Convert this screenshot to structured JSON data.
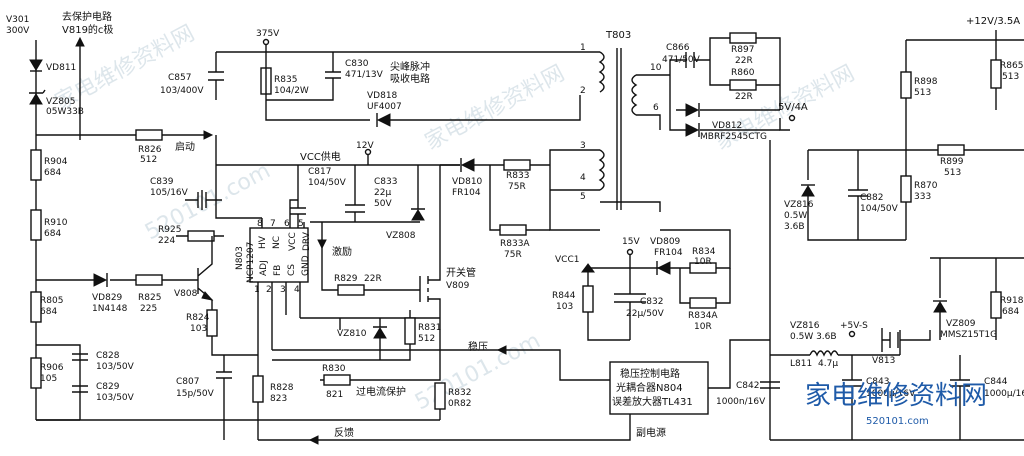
{
  "labels": {
    "v301": "V301",
    "v301_v": "300V",
    "protect1": "去保护电路",
    "protect2": "V819的c极",
    "vd811": "VD811",
    "vz805": "VZ805",
    "vz805_v": "05W33B",
    "r904": "R904",
    "r904_v": "684",
    "r910": "R910",
    "r910_v": "684",
    "r805": "R805",
    "r805_v": "684",
    "r906": "R906",
    "r906_v": "105",
    "v375": "375V",
    "c857": "C857",
    "c857_v": "103/400V",
    "r835": "R835",
    "r835_v": "104/2W",
    "c830": "C830",
    "c830_v": "471/13V",
    "spike1": "尖峰脉冲",
    "spike2": "吸收电路",
    "vd818": "VD818",
    "vd818_v": "UF4007",
    "r826": "R826",
    "r826_v": "512",
    "start": "启动",
    "vcc_supply": "VCC供电",
    "v12": "12V",
    "c839": "C839",
    "c839_v": "105/16V",
    "c817": "C817",
    "c817_v": "104/50V",
    "c833": "C833",
    "c833_v1": "22μ",
    "c833_v2": "50V",
    "r925": "R925",
    "r925_v": "224",
    "vz808": "VZ808",
    "n803": "N803",
    "ncp": "NCP1207",
    "pin_adj": "ADJ",
    "pin_hv": "HV",
    "pin_fb": "FB",
    "pin_nc": "NC",
    "pin_cs": "CS",
    "pin_vcc": "VCC",
    "pin_gnd": "GND",
    "pin_drv": "DRV",
    "p1": "1",
    "p2": "2",
    "p3": "3",
    "p4": "4",
    "p5": "5",
    "p6": "6",
    "p7": "7",
    "p8": "8",
    "excite": "激励",
    "r829": "R829",
    "r829_v": "22R",
    "switch": "开关管",
    "v809": "V809",
    "vd829": "VD829",
    "vd829_v": "1N4148",
    "r825": "R825",
    "r825_v": "225",
    "v808": "V808",
    "r824": "R824",
    "r824_v": "103",
    "vz810": "VZ810",
    "r831": "R831",
    "r831_v": "512",
    "c828": "C828",
    "c828_v": "103/50V",
    "c829": "C829",
    "c829_v": "103/50V",
    "c807": "C807",
    "c807_v": "15p/50V",
    "r828": "R828",
    "r828_v": "823",
    "r830": "R830",
    "r830_v": "821",
    "ocp": "过电流保护",
    "r832": "R832",
    "r832_v": "0R82",
    "feedback": "反馈",
    "t803": "T803",
    "t1": "1",
    "t2": "2",
    "t3": "3",
    "t4": "4",
    "t5": "5",
    "t6": "6",
    "t10": "10",
    "c866": "C866",
    "c866_v": "471/50V",
    "r897": "R897",
    "r897_v": "22R",
    "r860": "R860",
    "r860_v": "22R",
    "vd812": "VD812",
    "vd812_v": "MBRF2545CTG",
    "out5v": "5V/4A",
    "vd810": "VD810",
    "vd810_v": "FR104",
    "r833": "R833",
    "r833_v": "75R",
    "r833a": "R833A",
    "r833a_v": "75R",
    "v15": "15V",
    "vd809": "VD809",
    "vd809_v": "FR104",
    "r834": "R834",
    "r834_v": "10R",
    "vcc1": "VCC1",
    "r844": "R844",
    "r844_v": "103",
    "c832": "C832",
    "c832_v": "22μ/50V",
    "r834a": "R834A",
    "r834a_v": "10R",
    "regulate": "稳压",
    "box1": "稳压控制电路",
    "box2": "光耦合器N804",
    "box3": "误差放大器TL431",
    "aux": "副电源",
    "c842": "C842",
    "c842_v": "1000n/16V",
    "vz816": "VZ816",
    "vz816_v": "0.5W 3.6B",
    "plus5vs": "+5V-S",
    "l811": "L811",
    "l811_v": "4.7μ",
    "v813": "V813",
    "c843": "C843",
    "c843_v": "1000μ/16V",
    "c844": "C844",
    "c844_v": "1000μ/16V",
    "out12v": "+12V/3.5A",
    "r898": "R898",
    "r898_v": "513",
    "r865": "R865",
    "r865_v": "513",
    "r899": "R899",
    "r899_v": "513",
    "vz816b": "VZ816",
    "vz816b_v1": "0.5W",
    "vz816b_v2": "3.6B",
    "c882": "C882",
    "c882_v": "104/50V",
    "r870": "R870",
    "r870_v": "333",
    "vz809": "VZ809",
    "vz809_v": "MMSZ15T1G",
    "r918": "R918",
    "r918_v": "684",
    "logo": "家电维修资料网",
    "logo_url": "520101.com",
    "wm1": "家电维修资料网",
    "wm2": "520101.com"
  }
}
